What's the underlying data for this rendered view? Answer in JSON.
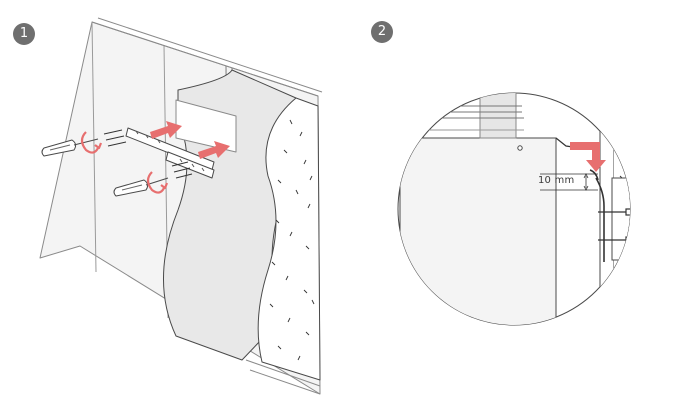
{
  "steps": [
    {
      "number": "1"
    },
    {
      "number": "2"
    }
  ],
  "detail": {
    "dimension_value": "10",
    "dimension_unit": "mm"
  },
  "colors": {
    "arrow": "#e76f6f",
    "line": "#4a4a4a",
    "wall_fill": "#f3f3f3",
    "panel_fill": "#e9e9e9",
    "insulation": "#ffffff",
    "badge": "#6f6f6f"
  },
  "icons": [
    "screwdriver-icon",
    "rotation-arrow-icon",
    "screw-icon",
    "push-arrow-icon",
    "hook-arrow-icon"
  ]
}
